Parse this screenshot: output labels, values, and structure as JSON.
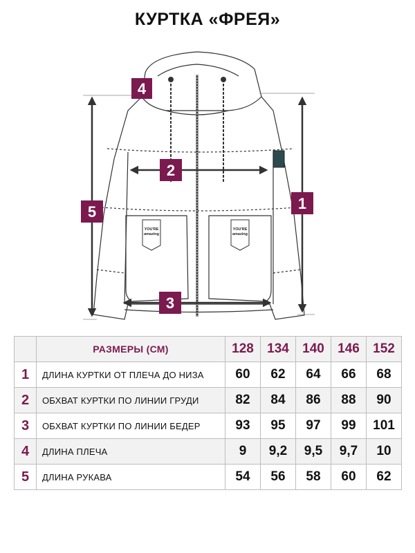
{
  "title": "КУРТКА «ФРЕЯ»",
  "colors": {
    "accent": "#7b1a4f",
    "outline": "#333333",
    "shade": "#f2f2f2"
  },
  "drawing": {
    "markers": [
      "1",
      "2",
      "3",
      "4",
      "5"
    ],
    "pocket_tag_lines": [
      "YOU'RE",
      "amazing"
    ]
  },
  "table": {
    "header_label": "РАЗМЕРЫ (СМ)",
    "sizes": [
      "128",
      "134",
      "140",
      "146",
      "152"
    ],
    "rows": [
      {
        "num": "1",
        "label": "ДЛИНА КУРТКИ ОТ ПЛЕЧА ДО НИЗА",
        "values": [
          "60",
          "62",
          "64",
          "66",
          "68"
        ]
      },
      {
        "num": "2",
        "label": "ОБХВАТ КУРТКИ ПО ЛИНИИ ГРУДИ",
        "values": [
          "82",
          "84",
          "86",
          "88",
          "90"
        ]
      },
      {
        "num": "3",
        "label": "ОБХВАТ КУРТКИ ПО ЛИНИИ БЕДЕР",
        "values": [
          "93",
          "95",
          "97",
          "99",
          "101"
        ]
      },
      {
        "num": "4",
        "label": "ДЛИНА ПЛЕЧА",
        "values": [
          "9",
          "9,2",
          "9,5",
          "9,7",
          "10"
        ]
      },
      {
        "num": "5",
        "label": "ДЛИНА РУКАВА",
        "values": [
          "54",
          "56",
          "58",
          "60",
          "62"
        ]
      }
    ]
  }
}
